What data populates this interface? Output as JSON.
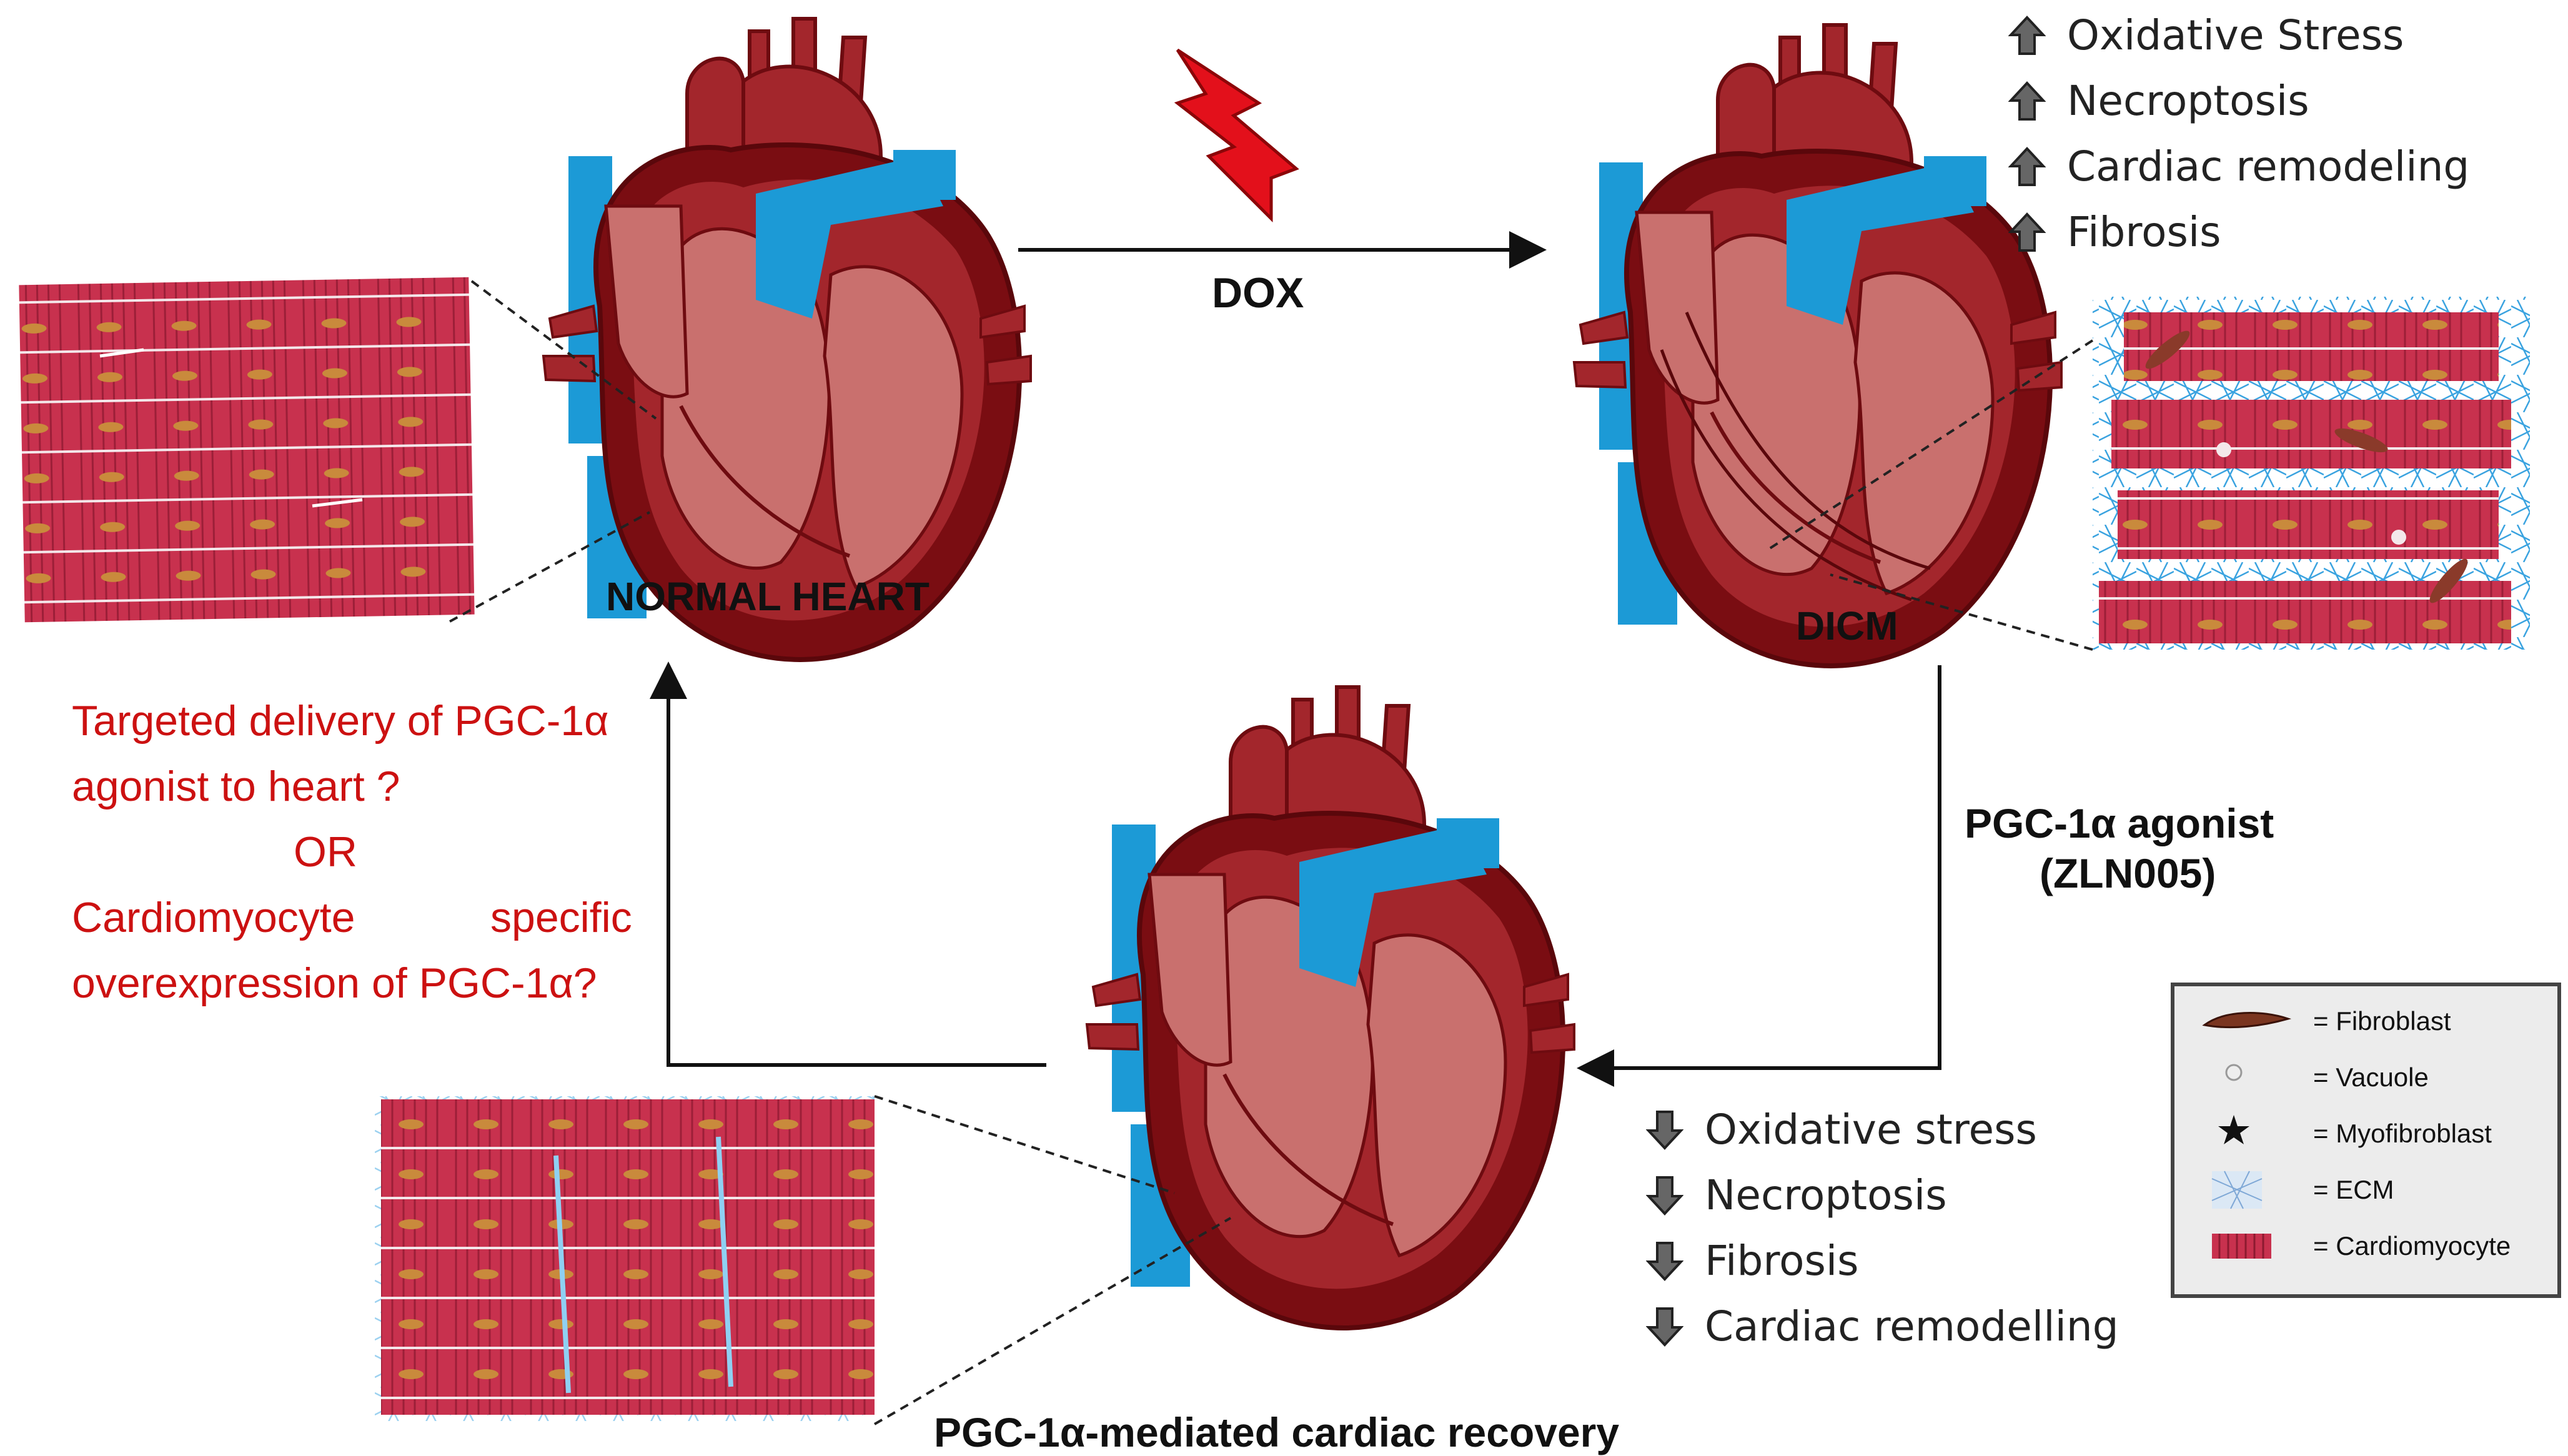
{
  "diagram": {
    "normal_heart_label": "NORMAL HEART",
    "dox_label": "DOX",
    "dicm_label": "DICM",
    "agonist_label_line1": "PGC-1α agonist",
    "agonist_label_line2": "(ZLN005)",
    "recovery_label": "PGC-1α-mediated cardiac recovery",
    "question_lines": [
      "Targeted delivery of PGC-1α",
      "agonist to heart ?",
      "OR",
      "Cardiomyocyte",
      "specific",
      "overexpression of PGC-1α?"
    ],
    "up_effects": [
      "Oxidative Stress",
      "Necroptosis",
      "Cardiac remodeling",
      "Fibrosis"
    ],
    "down_effects": [
      "Oxidative stress",
      "Necroptosis",
      "Fibrosis",
      "Cardiac remodelling"
    ],
    "legend": [
      {
        "symbol": "fibroblast-icon",
        "label": "= Fibroblast"
      },
      {
        "symbol": "vacuole-icon",
        "label": "= Vacuole"
      },
      {
        "symbol": "myofibroblast-icon",
        "label": "= Myofibroblast"
      },
      {
        "symbol": "ecm-icon",
        "label": "= ECM"
      },
      {
        "symbol": "cardiomyocyte-icon",
        "label": "= Cardiomyocyte"
      }
    ],
    "colors": {
      "heart_dark": "#7a0d12",
      "heart_mid": "#a3262c",
      "heart_light": "#c9706e",
      "vessel_blue": "#1c9ad6",
      "cardiomyocyte": "#c8314e",
      "lightning": "#e3101b",
      "question_red": "#cc1111",
      "ecm_blue": "#3aa3e0"
    }
  }
}
